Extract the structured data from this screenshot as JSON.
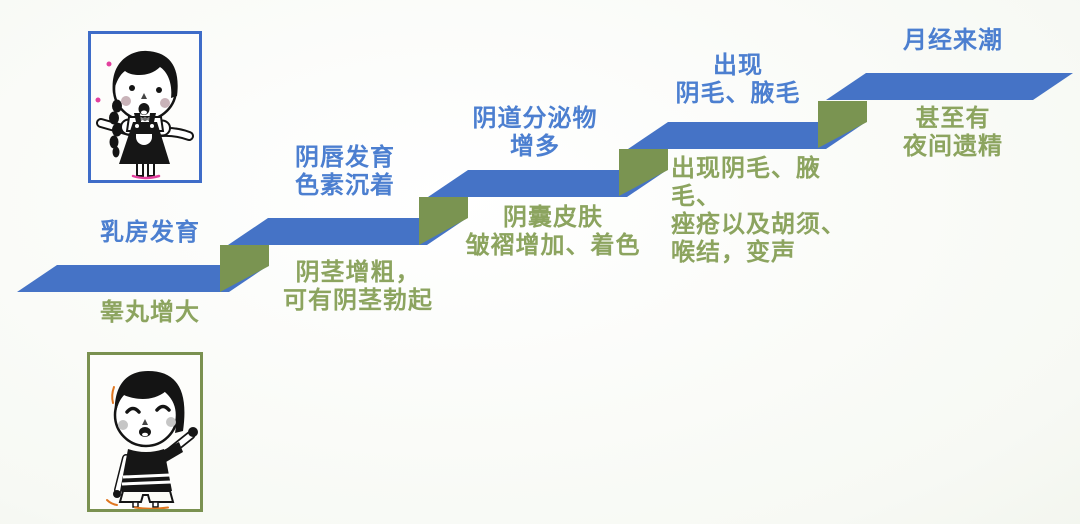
{
  "diagram_type": "staircase-infographic-puberty-stages",
  "colors": {
    "tread_blue": "#4573C6",
    "riser_green": "#7A9451",
    "girl_text": "#4C7FD0",
    "boy_text": "#8CA45F",
    "girl_frame_border": "#3E6CC8",
    "boy_frame_border": "#7A9150"
  },
  "girl_track": {
    "illustration": "cartoon-girl",
    "stages": [
      "乳房发育",
      "阴唇发育\n色素沉着",
      "阴道分泌物\n增多",
      "出现\n阴毛、腋毛",
      "月经来潮"
    ]
  },
  "boy_track": {
    "illustration": "cartoon-boy",
    "stages": [
      "睾丸增大",
      "阴茎增粗，\n可有阴茎勃起",
      "阴囊皮肤\n皱褶增加、着色",
      "出现阴毛、腋毛、\n痤疮以及胡须、\n喉结，变声",
      "甚至有\n夜间遗精"
    ]
  }
}
